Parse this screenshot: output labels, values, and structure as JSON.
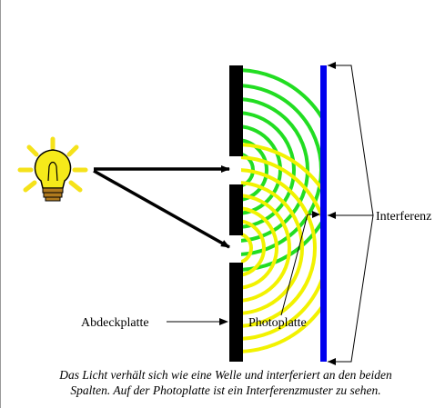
{
  "labels": {
    "interference": "Interferenz",
    "cover_plate": "Abdeckplatte",
    "photo_plate": "Photoplatte"
  },
  "caption": {
    "line1": "Das Licht verhält sich wie eine Welle und interferiert an den beiden",
    "line2": "Spalten. Auf der Photoplatte ist ein Interferenzmuster zu sehen."
  },
  "colors": {
    "upper_slit_waves": "#22dd22",
    "lower_slit_waves": "#f2f200",
    "photo_plate": "#0000ee",
    "barrier": "#000000",
    "bulb_glass": "#f5ea1a",
    "bulb_base": "#b07a1e"
  },
  "icons": [
    "light-bulb-icon"
  ]
}
